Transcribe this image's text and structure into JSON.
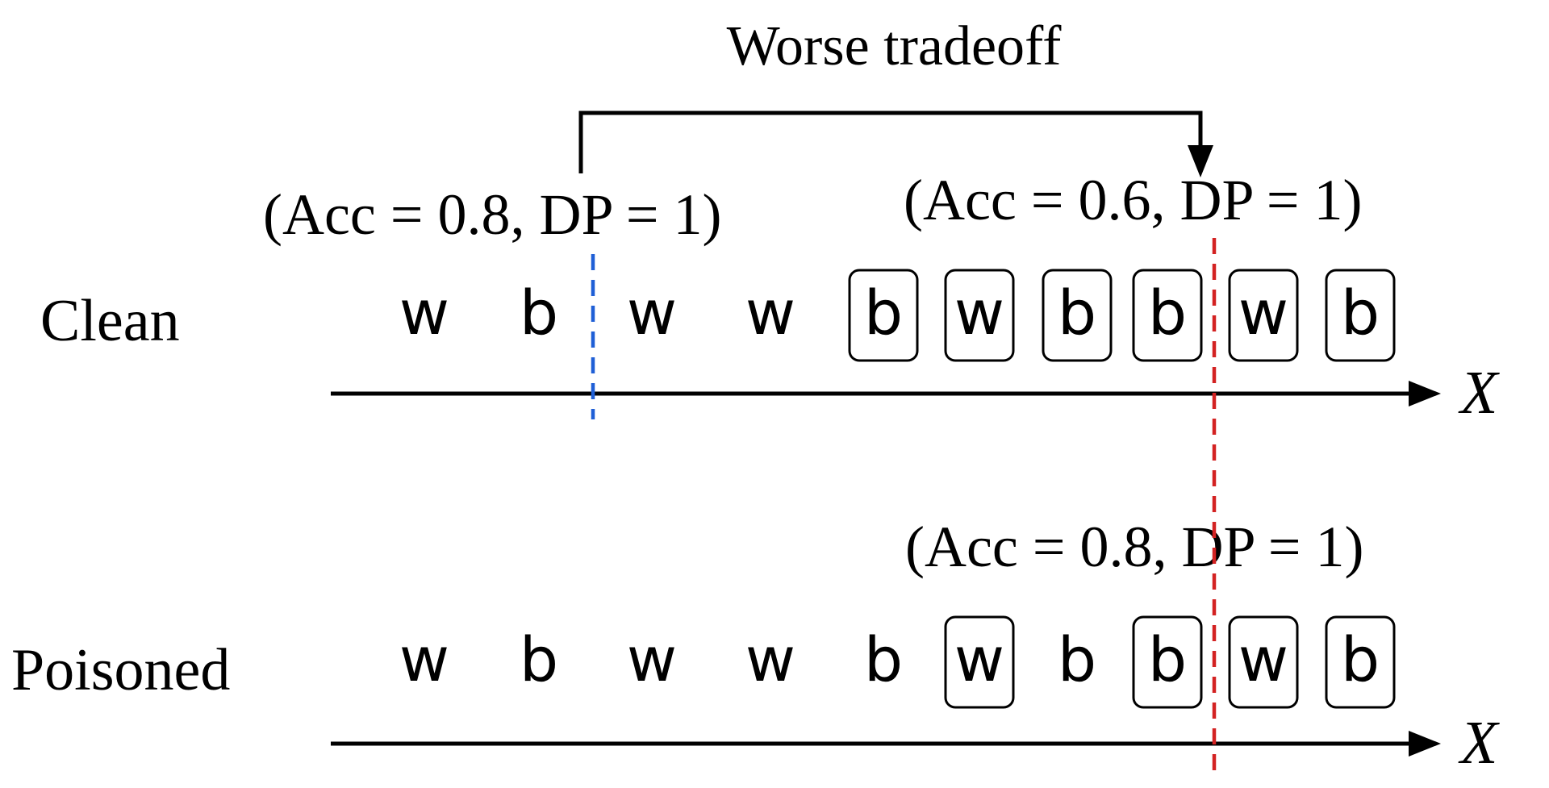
{
  "title": "Worse tradeoff",
  "rows": {
    "clean": {
      "label": "Clean",
      "axis_label": "X",
      "items": [
        {
          "text": "w",
          "boxed": false
        },
        {
          "text": "b",
          "boxed": false
        },
        {
          "text": "w",
          "boxed": false
        },
        {
          "text": "w",
          "boxed": false
        },
        {
          "text": "b",
          "boxed": true
        },
        {
          "text": "w",
          "boxed": true
        },
        {
          "text": "b",
          "boxed": true
        },
        {
          "text": "b",
          "boxed": true
        },
        {
          "text": "w",
          "boxed": true
        },
        {
          "text": "b",
          "boxed": true
        }
      ]
    },
    "poisoned": {
      "label": "Poisoned",
      "axis_label": "X",
      "items": [
        {
          "text": "w",
          "boxed": false
        },
        {
          "text": "b",
          "boxed": false
        },
        {
          "text": "w",
          "boxed": false
        },
        {
          "text": "w",
          "boxed": false
        },
        {
          "text": "b",
          "boxed": false
        },
        {
          "text": "w",
          "boxed": true
        },
        {
          "text": "b",
          "boxed": false
        },
        {
          "text": "b",
          "boxed": true
        },
        {
          "text": "w",
          "boxed": true
        },
        {
          "text": "b",
          "boxed": true
        }
      ]
    }
  },
  "annotations": {
    "clean_blue": "(Acc = 0.8, DP = 1)",
    "clean_red": "(Acc = 0.6, DP = 1)",
    "poisoned_red": "(Acc = 0.8, DP = 1)"
  },
  "colors": {
    "ink": "#000000",
    "blue_threshold": "#1f5fd6",
    "red_threshold": "#d32222"
  }
}
